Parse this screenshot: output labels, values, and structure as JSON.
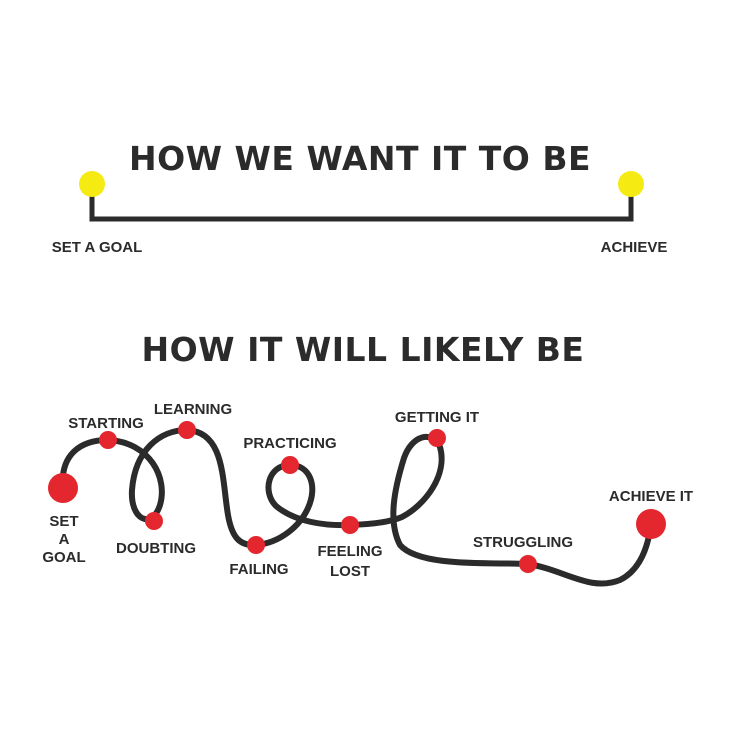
{
  "top": {
    "title": "HOW WE WANT IT TO BE",
    "start_label": "SET A GOAL",
    "end_label": "ACHIEVE",
    "dot_color": "#f5ea12",
    "line_color": "#2b2b2b"
  },
  "bottom": {
    "title": "HOW IT WILL LIKELY BE",
    "dot_color": "#e4262f",
    "line_color": "#2b2b2b",
    "labels": {
      "set_goal": [
        "SET",
        "A",
        "GOAL"
      ],
      "starting": "STARTING",
      "doubting": "DOUBTING",
      "learning": "LEARNING",
      "failing": "FAILING",
      "practicing": "PRACTICING",
      "feeling_lost": [
        "FEELING",
        "LOST"
      ],
      "getting_it": "GETTING IT",
      "struggling": "STRUGGLING",
      "achieve_it": "ACHIEVE IT"
    }
  }
}
